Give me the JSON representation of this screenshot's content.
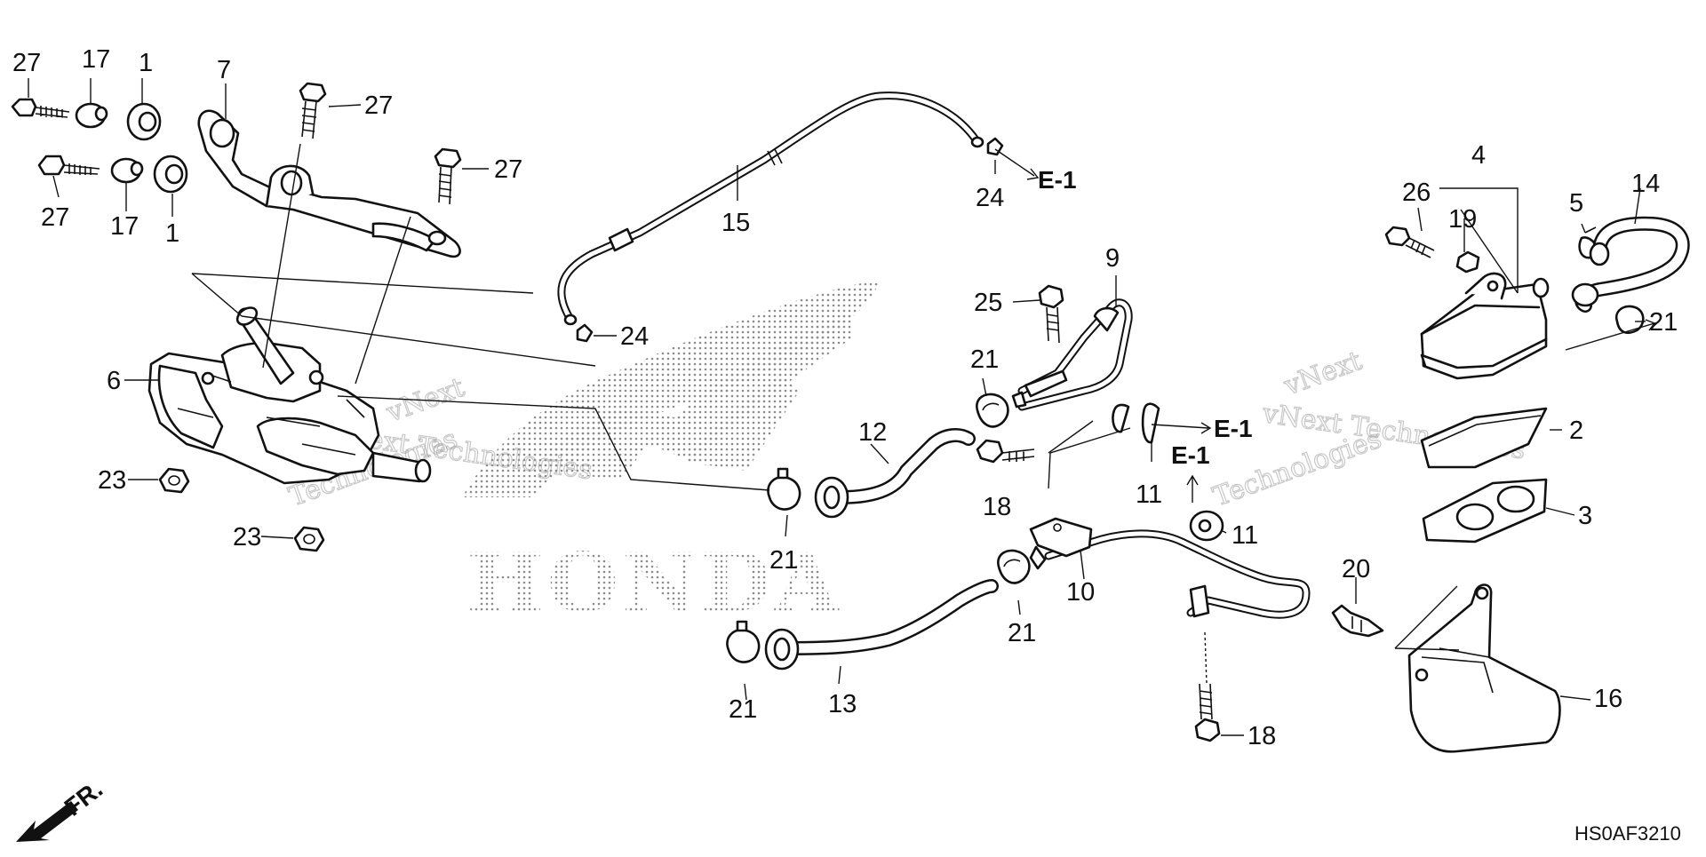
{
  "diagram": {
    "drawing_code": "HS0AF3210",
    "watermark_text": [
      "vNext",
      "Technologies",
      "vNext Technologies"
    ],
    "logo_text": "HONDA",
    "front_label": "FR.",
    "ref_label": "E-1",
    "callouts": {
      "c1a": "1",
      "c1b": "1",
      "c2": "2",
      "c3": "3",
      "c4": "4",
      "c5": "5",
      "c6": "6",
      "c7": "7",
      "c9": "9",
      "c10": "10",
      "c11a": "11",
      "c11b": "11",
      "c12": "12",
      "c13": "13",
      "c14": "14",
      "c15": "15",
      "c16": "16",
      "c17a": "17",
      "c17b": "17",
      "c18a": "18",
      "c18b": "18",
      "c19": "19",
      "c20": "20",
      "c21a": "21",
      "c21b": "21",
      "c21c": "21",
      "c21d": "21",
      "c21e": "21",
      "c23a": "23",
      "c23b": "23",
      "c24a": "24",
      "c24b": "24",
      "c25": "25",
      "c26": "26",
      "c27a": "27",
      "c27b": "27",
      "c27c": "27",
      "c27d": "27"
    }
  }
}
